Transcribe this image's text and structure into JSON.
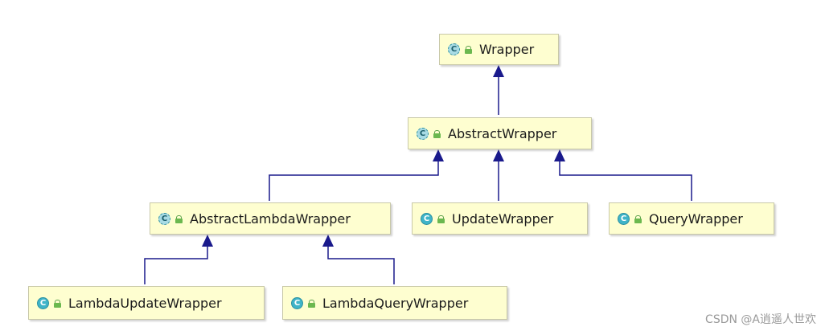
{
  "nodes": {
    "wrapper": "Wrapper",
    "abstract_wrapper": "AbstractWrapper",
    "abstract_lambda_wrapper": "AbstractLambdaWrapper",
    "update_wrapper": "UpdateWrapper",
    "query_wrapper": "QueryWrapper",
    "lambda_update_wrapper": "LambdaUpdateWrapper",
    "lambda_query_wrapper": "LambdaQueryWrapper"
  },
  "icon_letter": "C",
  "edges": [
    {
      "from": "AbstractWrapper",
      "to": "Wrapper"
    },
    {
      "from": "AbstractLambdaWrapper",
      "to": "AbstractWrapper"
    },
    {
      "from": "UpdateWrapper",
      "to": "AbstractWrapper"
    },
    {
      "from": "QueryWrapper",
      "to": "AbstractWrapper"
    },
    {
      "from": "LambdaUpdateWrapper",
      "to": "AbstractLambdaWrapper"
    },
    {
      "from": "LambdaQueryWrapper",
      "to": "AbstractLambdaWrapper"
    }
  ],
  "colors": {
    "edge": "#1a1a8c",
    "node_fill": "#fefed0"
  },
  "watermark": "CSDN @A逍遥人世欢"
}
